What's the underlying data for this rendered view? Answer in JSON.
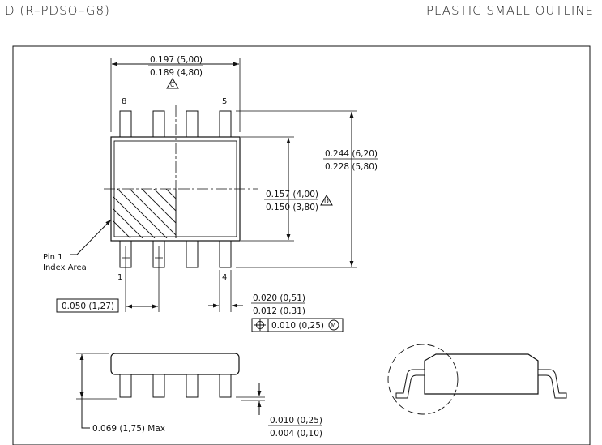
{
  "header": {
    "package_code": "D (R–PDSO–G8)",
    "package_type": "PLASTIC SMALL OUTLINE"
  },
  "top_view": {
    "body_length_max": "0.197 (5,00)",
    "body_length_min": "0.189 (4,80)",
    "body_length_note": "C",
    "overall_width_max": "0.244 (6,20)",
    "overall_width_min": "0.228 (5,80)",
    "body_width_max": "0.157 (4,00)",
    "body_width_min": "0.150 (3,80)",
    "body_width_note": "D",
    "pin_labels": {
      "top_left": "8",
      "top_right": "5",
      "bottom_left": "1",
      "bottom_right": "4"
    },
    "pin1_label_line1": "Pin 1",
    "pin1_label_line2": "Index Area",
    "pitch": "0.050 (1,27)",
    "lead_width_max": "0.020 (0,51)",
    "lead_width_min": "0.012 (0,31)",
    "position_tolerance": "0.010 (0,25)",
    "position_modifier": "M"
  },
  "side_view": {
    "max_height": "0.069 (1,75) Max",
    "standoff_max": "0.010 (0,25)",
    "standoff_min": "0.004 (0,10)"
  },
  "colors": {
    "line": "#111111",
    "background": "#ffffff"
  }
}
